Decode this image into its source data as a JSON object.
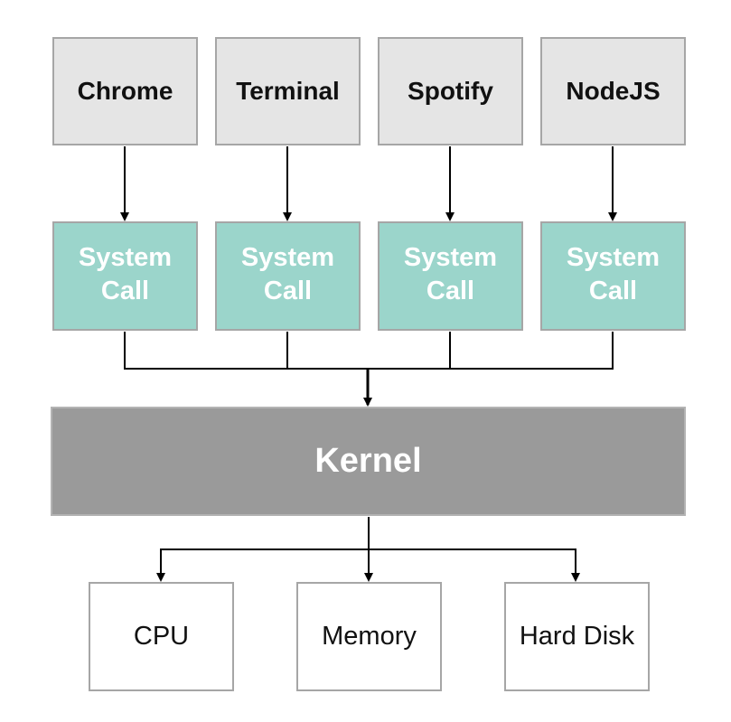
{
  "applications": [
    {
      "label": "Chrome"
    },
    {
      "label": "Terminal"
    },
    {
      "label": "Spotify"
    },
    {
      "label": "NodeJS"
    }
  ],
  "system_calls": [
    {
      "line1": "System",
      "line2": "Call"
    },
    {
      "line1": "System",
      "line2": "Call"
    },
    {
      "line1": "System",
      "line2": "Call"
    },
    {
      "line1": "System",
      "line2": "Call"
    }
  ],
  "kernel": {
    "label": "Kernel"
  },
  "hardware": [
    {
      "label": "CPU"
    },
    {
      "label": "Memory"
    },
    {
      "label": "Hard Disk"
    }
  ],
  "colors": {
    "app_fill": "#e5e5e5",
    "syscall_fill": "#9bd5cb",
    "kernel_fill": "#9a9a9a",
    "hardware_fill": "#ffffff",
    "border": "#a6a6a6",
    "connector": "#000000"
  }
}
